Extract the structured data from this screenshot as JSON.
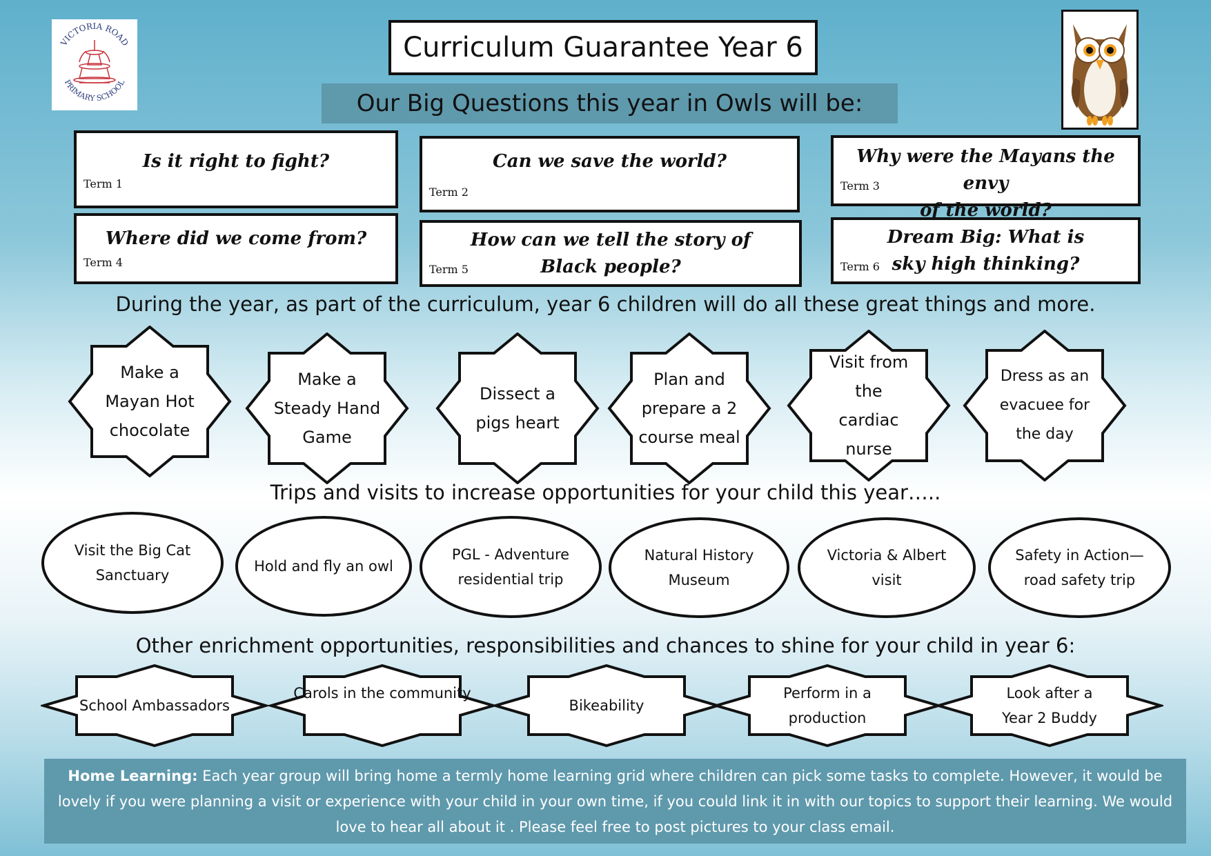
{
  "logo": {
    "top_text": "VICTORIA ROAD",
    "bottom_text": "PRIMARY SCHOOL"
  },
  "title": "Curriculum Guarantee Year 6",
  "big_questions_heading": "Our Big Questions this year in Owls will be:",
  "questions": [
    {
      "question": "Is it right to fight?",
      "term": "Term 1"
    },
    {
      "question": "Can we save the world?",
      "term": "Term 2"
    },
    {
      "question": "Why were the Mayans the envy\nof the world?",
      "term": "Term 3"
    },
    {
      "question": "Where did we come from?",
      "term": "Term 4"
    },
    {
      "question": "How can we tell the story of\nBlack people?",
      "term": "Term 5"
    },
    {
      "question": "Dream Big: What is\nsky high thinking?",
      "term": "Term 6"
    }
  ],
  "activities_heading": "During the year, as part of the curriculum, year 6 children will do all these great things and more.",
  "activities": [
    "Make a\nMayan Hot\nchocolate",
    "Make a\nSteady Hand\nGame",
    "Dissect a\npigs heart",
    "Plan and\nprepare a 2\ncourse meal",
    "Visit from the\ncardiac nurse",
    "Dress as an\nevacuee for\nthe day"
  ],
  "trips_heading": "Trips and visits to increase opportunities for your child this year…..",
  "trips": [
    "Visit the Big Cat\nSanctuary",
    "Hold and fly an owl",
    "PGL - Adventure\nresidential trip",
    "Natural History\nMuseum",
    "Victoria & Albert\nvisit",
    "Safety in Action—\nroad safety trip"
  ],
  "enrichment_heading": "Other enrichment opportunities, responsibilities and chances to shine for your child in year 6:",
  "enrichment": [
    "School Ambassadors",
    "Carols in the community",
    "Bikeability",
    "Perform in a\nproduction",
    "Look after a\nYear 2  Buddy"
  ],
  "home_learning": {
    "label": "Home Learning:",
    "text": " Each year group will bring home a termly home learning grid where children can pick some tasks to complete. However, it would be lovely if you were planning a visit or experience with your child in your own time, if you could link it in with our topics to support their learning. We would love to hear all about it . Please feel free to post pictures to your class email."
  },
  "colors": {
    "bar": "#5f99ac",
    "logo_red": "#c8323c",
    "logo_navy": "#2a3a7a",
    "owl_brown": "#8a5a2b",
    "owl_orange": "#f0a020"
  }
}
